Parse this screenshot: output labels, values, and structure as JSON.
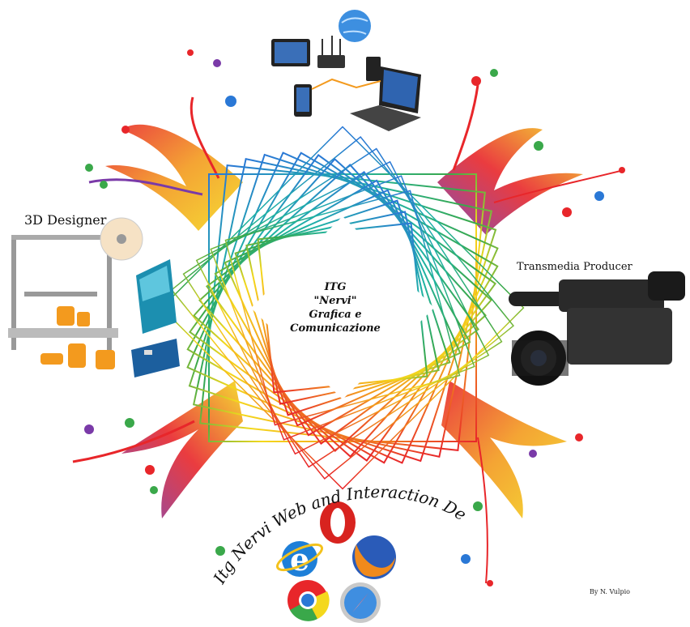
{
  "labels": {
    "designer_3d": "3D Designer",
    "transmedia": "Transmedia Producer",
    "center_line1": "ITG",
    "center_line2": "\"Nervi\"",
    "center_line3": "Grafica e",
    "center_line4": "Comunicazione",
    "web_designer": "Itg Nervi Web and Interaction Designer",
    "credit": "By N. Vulpio"
  },
  "icons": [
    "network-devices-icon",
    "3d-printer-icon",
    "arduino-board-icon",
    "video-camera-icon",
    "opera-icon",
    "internet-explorer-icon",
    "firefox-icon",
    "chrome-icon",
    "safari-icon"
  ],
  "colors": {
    "red": "#e8262a",
    "orange": "#f39a1e",
    "yellow": "#f4d81c",
    "green": "#3aa84a",
    "teal": "#1fb3a4",
    "blue": "#2a78d6",
    "purple": "#7a3aa8"
  }
}
